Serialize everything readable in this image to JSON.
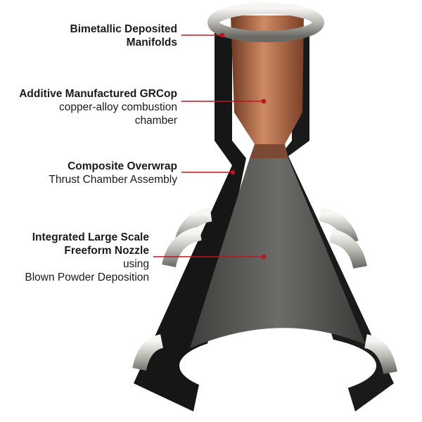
{
  "colors": {
    "leader": "#c0141c",
    "copper": "#b56a48",
    "jacket": "#1c1c1c",
    "nozzle": "#5a5a57",
    "ring": "#d8d6d0"
  },
  "labels": [
    {
      "title": "Bimetallic Deposited",
      "title2": "Manifolds"
    },
    {
      "title": "Additive Manufactured GRCop",
      "sub": "copper-alloy combustion",
      "sub2": "chamber"
    },
    {
      "title": "Composite Overwrap",
      "sub": "Thrust Chamber Assembly"
    },
    {
      "title": "Integrated Large Scale",
      "title2": "Freeform Nozzle",
      "sub": "using",
      "sub2": "Blown Powder Deposition"
    }
  ]
}
